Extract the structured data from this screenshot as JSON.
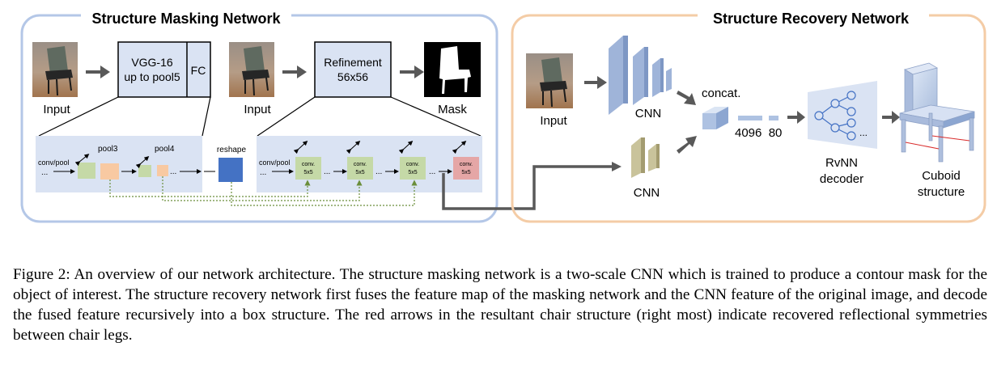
{
  "masking": {
    "title": "Structure Masking Network",
    "input1_label": "Input",
    "vgg_line1": "VGG-16",
    "vgg_line2": "up to pool5",
    "fc": "FC",
    "input2_label": "Input",
    "refine_line1": "Refinement",
    "refine_line2": "56x56",
    "mask_label": "Mask",
    "detail": {
      "convpool1": "conv/pool",
      "dots": "...",
      "pool3": "pool3",
      "pool4": "pool4",
      "reshape": "reshape",
      "convpool2": "conv/pool",
      "conv_line1": "conv.",
      "conv_line2": "5x5"
    }
  },
  "recovery": {
    "title": "Structure Recovery Network",
    "input_label": "Input",
    "cnn_top": "CNN",
    "cnn_bottom": "CNN",
    "concat": "concat.",
    "dims": "4096  80",
    "decoder_line1": "RvNN",
    "decoder_line2": "decoder",
    "cuboid_line1": "Cuboid",
    "cuboid_line2": "structure",
    "tree_dots": "..."
  },
  "colors": {
    "masking_border": "#b4c7e7",
    "recovery_border": "#f4cca6",
    "panel_fill": "#dae3f3",
    "conv_green": "#c5d9a7",
    "pool_orange": "#f8c9a2",
    "reshape_blue": "#4472c4",
    "conv_red": "#e5a6a6"
  },
  "caption": "Figure 2: An overview of our network architecture. The structure masking network is a two-scale CNN which is trained to produce a contour mask for the object of interest. The structure recovery network first fuses the feature map of the masking network and the CNN feature of the original image, and decode the fused feature recursively into a box structure. The red arrows in the resultant chair structure (right most) indicate recovered reflectional symmetries between chair legs."
}
